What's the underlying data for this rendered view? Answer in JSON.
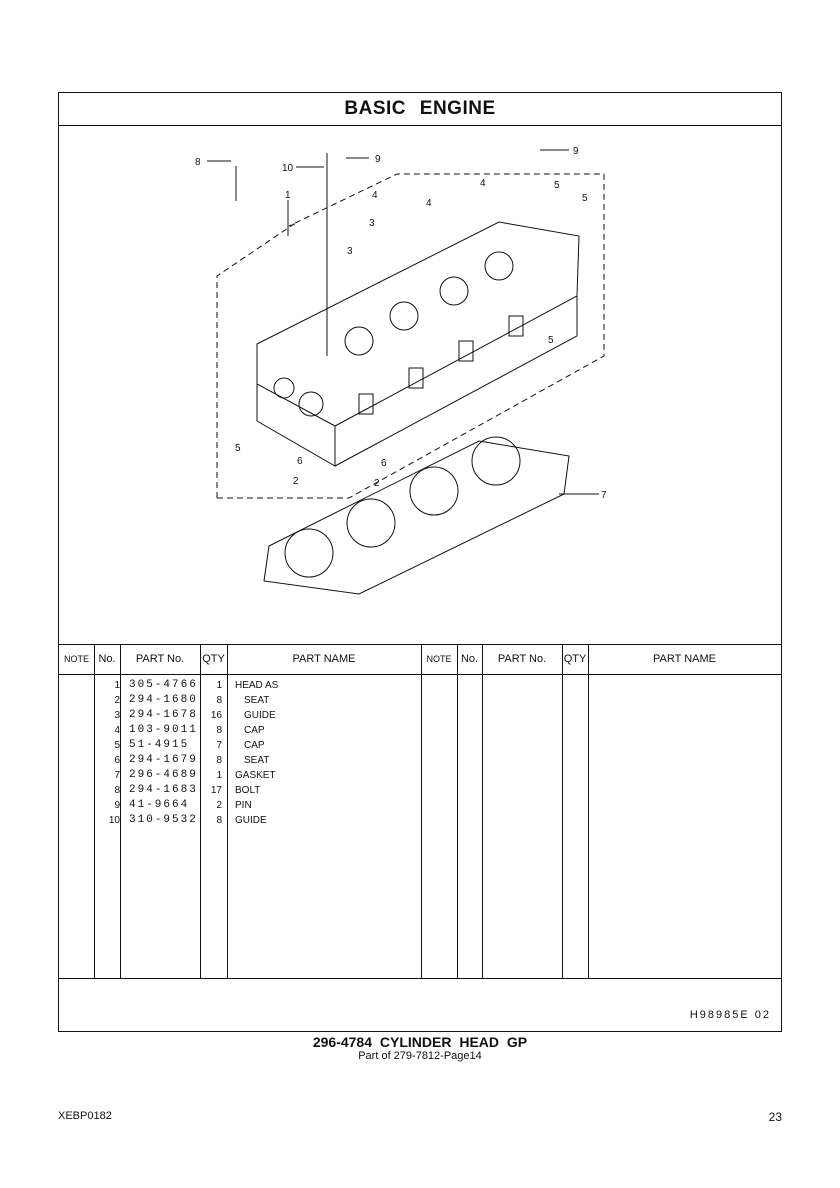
{
  "title": "BASIC ENGINE",
  "diagram": {
    "callouts": [
      "1",
      "2",
      "3",
      "4",
      "5",
      "6",
      "7",
      "8",
      "9",
      "10"
    ]
  },
  "table": {
    "headers": {
      "note": "NOTE",
      "no": "No.",
      "part_no": "PART No.",
      "qty": "QTY",
      "part_name": "PART NAME"
    },
    "rows": [
      {
        "no": "1",
        "part_no": "305-4766",
        "qty": "1",
        "name": "HEAD AS",
        "indent": false
      },
      {
        "no": "2",
        "part_no": "294-1680",
        "qty": "8",
        "name": "SEAT",
        "indent": true
      },
      {
        "no": "3",
        "part_no": "294-1678",
        "qty": "16",
        "name": "GUIDE",
        "indent": true
      },
      {
        "no": "4",
        "part_no": "103-9011",
        "qty": "8",
        "name": "CAP",
        "indent": true
      },
      {
        "no": "5",
        "part_no": "51-4915",
        "qty": "7",
        "name": "CAP",
        "indent": true
      },
      {
        "no": "6",
        "part_no": "294-1679",
        "qty": "8",
        "name": "SEAT",
        "indent": true
      },
      {
        "no": "7",
        "part_no": "296-4689",
        "qty": "1",
        "name": "GASKET",
        "indent": false
      },
      {
        "no": "8",
        "part_no": "294-1683",
        "qty": "17",
        "name": "BOLT",
        "indent": false
      },
      {
        "no": "9",
        "part_no": "41-9664",
        "qty": "2",
        "name": "PIN",
        "indent": false
      },
      {
        "no": "10",
        "part_no": "310-9532",
        "qty": "8",
        "name": "GUIDE",
        "indent": false
      }
    ]
  },
  "illustration_code": "H98985E 02",
  "caption": "296-4784 CYLINDER HEAD GP",
  "subcaption": "Part of 279-7812-Page14",
  "doc_id": "XEBP0182",
  "page_number": "23"
}
